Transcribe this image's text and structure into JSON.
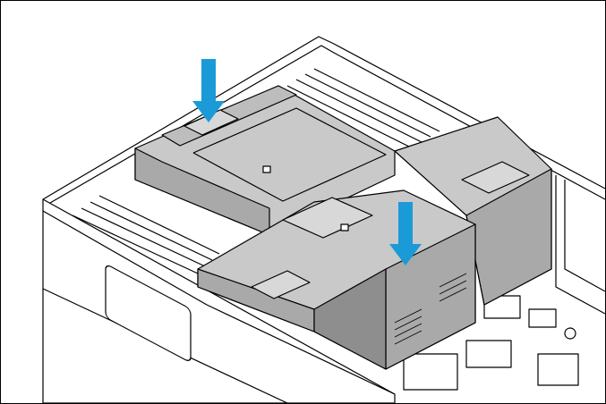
{
  "illustration": {
    "subject": "air-baffle-installation",
    "colors": {
      "baffle": "#c9c9c9",
      "baffle_shade": "#a9a9a9",
      "baffle_dark": "#8e8e8e",
      "outline": "#000000",
      "arrow": "#1b9ad8",
      "background": "#ffffff"
    },
    "arrows": [
      {
        "name": "rear-baffle-arrow",
        "direction": "down"
      },
      {
        "name": "front-baffle-arrow",
        "direction": "down"
      }
    ]
  }
}
